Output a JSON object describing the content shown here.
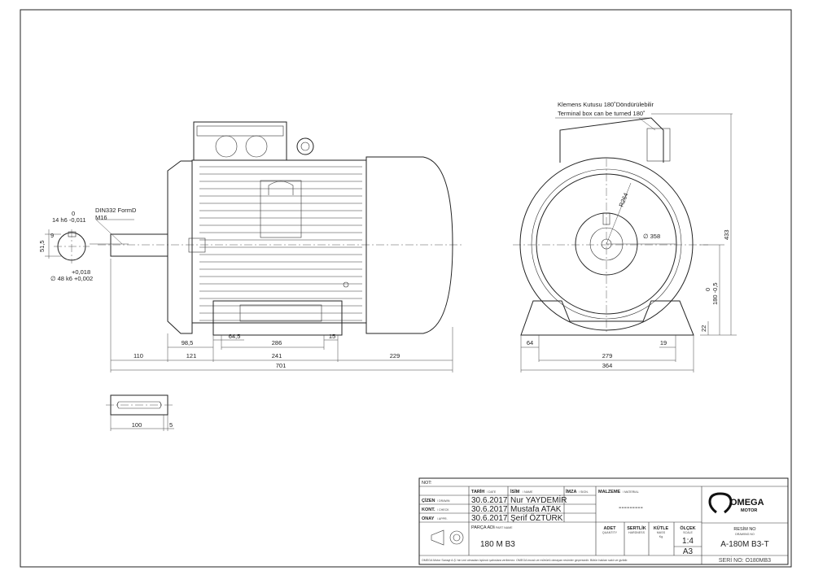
{
  "annotations": {
    "shaft_key": "DIN332 FormD",
    "shaft_thread": "M16",
    "key_tol_top": "0",
    "key_width": "14 h6 -0,011",
    "key_depth": "9",
    "shaft_height": "51,5",
    "shaft_tol_up": "+0,018",
    "shaft_dia": "∅ 48 k6 +0,002",
    "terminal_note_tr": "Klemens Kutusu 180˚Döndürülebilir",
    "terminal_note_en": "Terminal box can be turned 180˚"
  },
  "side_dims": {
    "d98_5": "98,5",
    "d64_5": "64,5",
    "d286": "286",
    "d15": "15",
    "d110": "110",
    "d121": "121",
    "d241": "241",
    "d229": "229",
    "d701": "701"
  },
  "front_dims": {
    "r264": "R264",
    "d358": "∅ 358",
    "d64": "64",
    "d19": "19",
    "d279": "279",
    "d364": "364",
    "d433": "433",
    "d180": "180 -0,5",
    "d180_tol": "0",
    "d22": "22"
  },
  "key_dims": {
    "length": "100",
    "end": "5"
  },
  "title_block": {
    "not_label": "NOT:",
    "col_date": "TARİH",
    "col_date_en": "/ DATE",
    "col_name": "İSİM",
    "col_name_en": "/ NAME",
    "col_sign": "İMZA",
    "col_sign_en": "/ SIGN.",
    "rows": [
      {
        "role": "ÇİZEN",
        "role_en": "/ DRAWN",
        "date": "30.6.2017",
        "name": "Nur YAYDEMİR"
      },
      {
        "role": "KONT.",
        "role_en": "/ CHECK",
        "date": "30.6.2017",
        "name": "Mustafa ATAK"
      },
      {
        "role": "ONAY",
        "role_en": "/ APPR.",
        "date": "30.6.2017",
        "name": "Şerif ÖZTÜRK"
      }
    ],
    "material_label": "MALZEME",
    "material_label_en": "/ MATERIAL",
    "material_value": "---------",
    "part_label": "PARÇA ADI",
    "part_label_en": "/ PART NAME",
    "part_name": "180 M B3",
    "qty_label": "ADET",
    "qty_en": "QUANTITY",
    "hardness_label": "SERTLİK",
    "hardness_en": "HARDNESS",
    "mass_label": "KÜTLE",
    "mass_en": "MASS",
    "mass_unit": "Kg",
    "scale_label": "ÖLÇEK",
    "scale_en": "SCALE",
    "scale_value": "1:4",
    "sheet_size": "A3",
    "logo_main": "OMEGA",
    "logo_sub": "MOTOR",
    "drawing_no_label": "RESİM NO",
    "drawing_no_en": "DRAWING NO",
    "drawing_no": "A-180M B3-T",
    "serial": "SERİ NO: O180MB3",
    "footer": "OMEGA Motor Sanayi A.Ş.'nin izni olmadan üçüncü şahıslara verilemez. OMEGA imzalı ve mühürlü olmayan resimler geçersizdir. Bütün hakları saklı ve gizlidir."
  }
}
